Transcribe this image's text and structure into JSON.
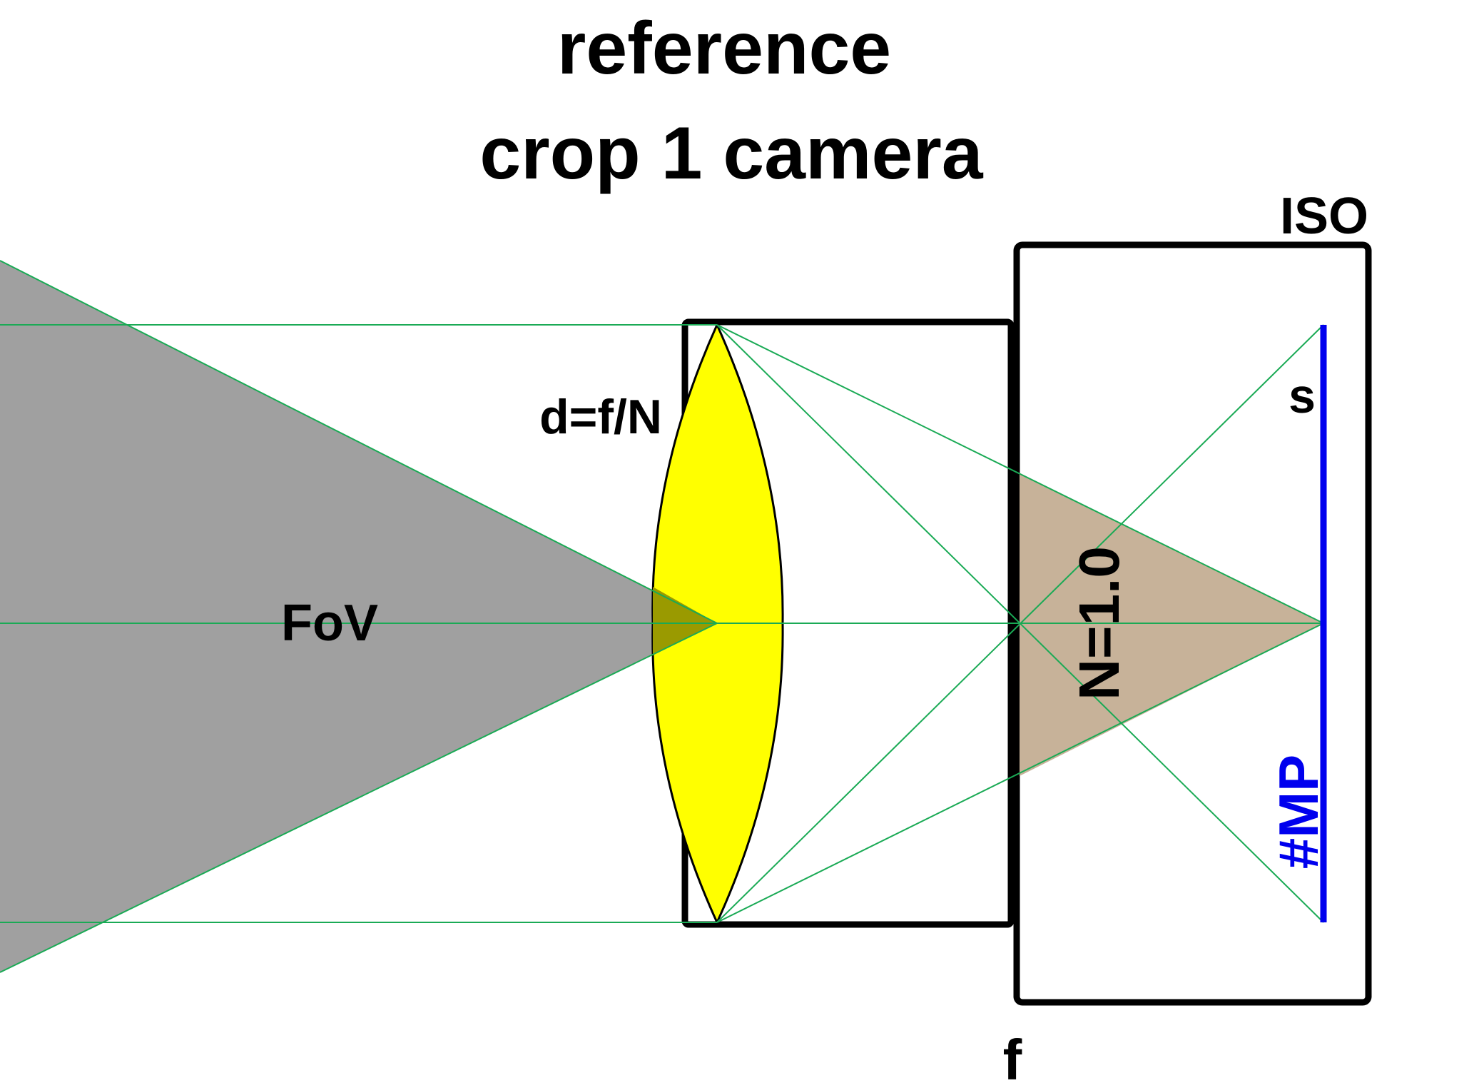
{
  "title": {
    "line1": "reference",
    "line2": "crop 1 camera"
  },
  "labels": {
    "iso": "ISO",
    "aperture": "d=f/N",
    "fov": "FoV",
    "f_number": "N=1.0",
    "sensor_size": "s",
    "megapixels": "#MP",
    "focal_length": "f"
  },
  "colors": {
    "background": "#ffffff",
    "fov_cone": "#a0a0a0",
    "lens": "#ffff00",
    "lens_overlap": "#9a9a00",
    "light_cone": "#c7b299",
    "ray": "#1aaa55",
    "sensor": "#0000ee",
    "outline": "#000000"
  }
}
